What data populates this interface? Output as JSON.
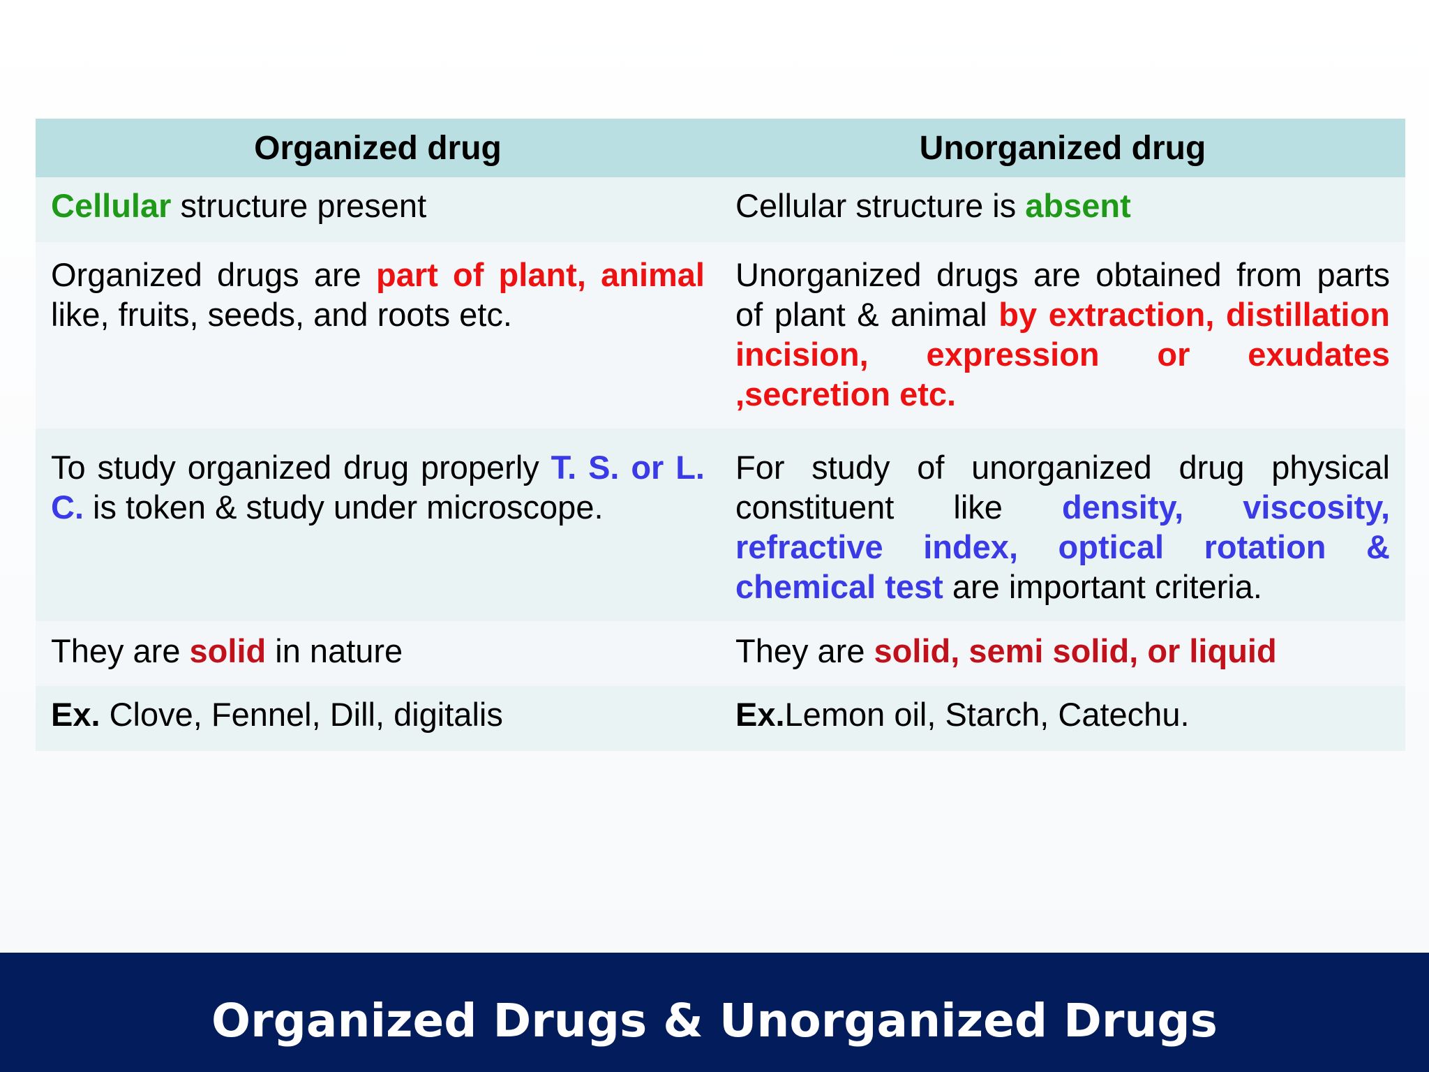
{
  "table": {
    "headers": [
      "Organized drug",
      "Unorganized drug"
    ],
    "rows": [
      {
        "left": [
          {
            "t": "Cellular",
            "c": "green"
          },
          {
            "t": " structure present",
            "c": ""
          }
        ],
        "right": [
          {
            "t": "Cellular structure is ",
            "c": ""
          },
          {
            "t": "absent",
            "c": "green"
          }
        ]
      },
      {
        "left": [
          {
            "t": "Organized drugs are ",
            "c": ""
          },
          {
            "t": "part of plant, animal",
            "c": "red"
          },
          {
            "t": " like, fruits, seeds, and roots etc.",
            "c": ""
          }
        ],
        "right": [
          {
            "t": "Unorganized drugs are obtained from parts of plant & animal ",
            "c": ""
          },
          {
            "t": "by extraction, distillation incision, expression or exudates ,secretion etc.",
            "c": "red"
          }
        ]
      },
      {
        "left": [
          {
            "t": "To study organized drug properly ",
            "c": ""
          },
          {
            "t": "T. S. or L. C.",
            "c": "blue"
          },
          {
            "t": " is token & study under microscope.",
            "c": ""
          }
        ],
        "right": [
          {
            "t": "For study of unorganized drug physical constituent like ",
            "c": ""
          },
          {
            "t": "density, viscosity, refractive index, optical rotation & chemical test",
            "c": "blue"
          },
          {
            "t": " are important criteria.",
            "c": ""
          }
        ]
      },
      {
        "left": [
          {
            "t": "They are ",
            "c": ""
          },
          {
            "t": "solid",
            "c": "maroon"
          },
          {
            "t": " in nature",
            "c": ""
          }
        ],
        "right": [
          {
            "t": "They are ",
            "c": ""
          },
          {
            "t": "solid, semi solid, or liquid",
            "c": "maroon"
          }
        ]
      },
      {
        "left": [
          {
            "t": "Ex.",
            "c": "b"
          },
          {
            "t": " Clove, Fennel, Dill, digitalis",
            "c": ""
          }
        ],
        "right": [
          {
            "t": "Ex.",
            "c": "b"
          },
          {
            "t": "Lemon oil, Starch, Catechu.",
            "c": ""
          }
        ]
      }
    ]
  },
  "footer": {
    "title": "Organized Drugs & Unorganized Drugs"
  },
  "colors": {
    "header_bg": "#b9dfe3",
    "footer_bg": "#021c5c",
    "green": "#1f9a18",
    "red": "#ee1111",
    "blue": "#3a3ae6",
    "maroon": "#c1121b"
  }
}
